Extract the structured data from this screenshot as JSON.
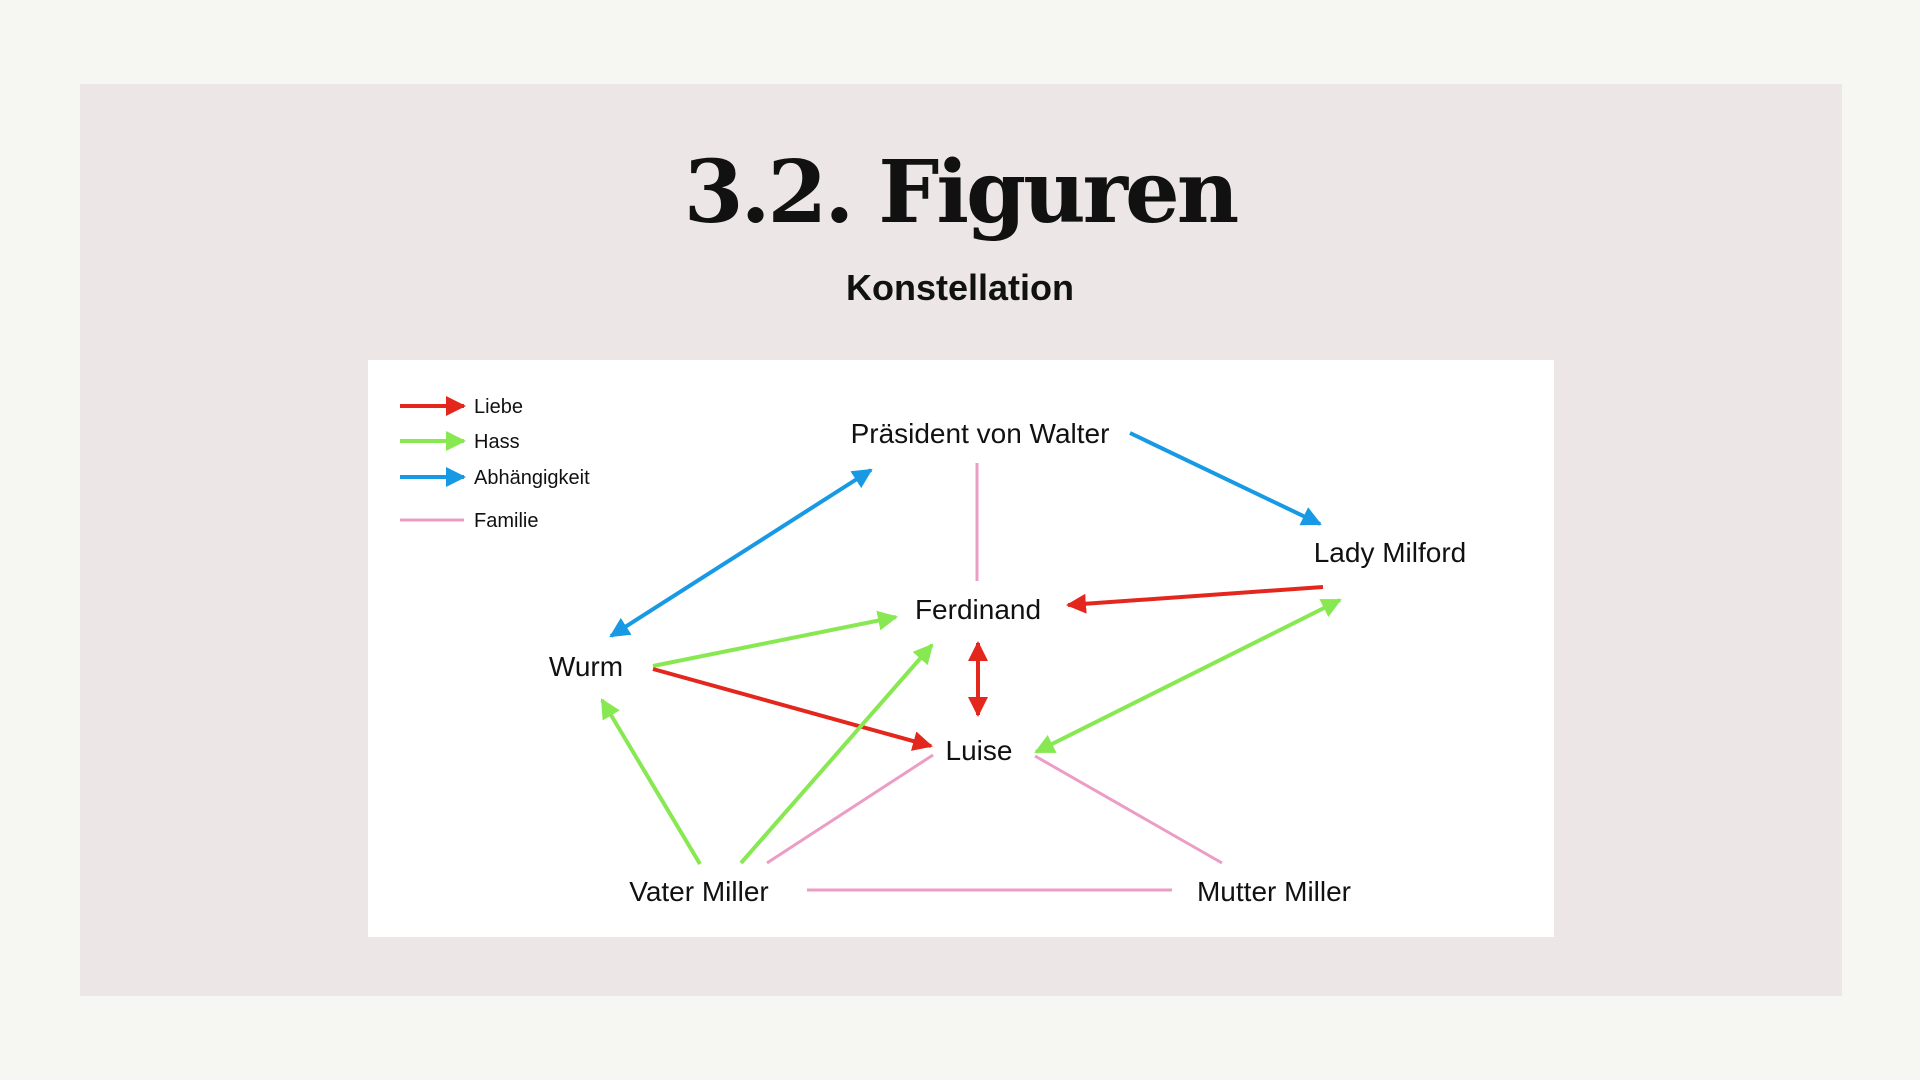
{
  "slide": {
    "title": "3.2. Figuren",
    "subtitle": "Konstellation"
  },
  "legend": [
    {
      "key": "liebe",
      "label": "Liebe",
      "color": "#e3271d",
      "arrow": true
    },
    {
      "key": "hass",
      "label": "Hass",
      "color": "#88e851",
      "arrow": true
    },
    {
      "key": "abhaengigkeit",
      "label": "Abhängigkeit",
      "color": "#1799e3",
      "arrow": true
    },
    {
      "key": "familie",
      "label": "Familie",
      "color": "#ec9dc6",
      "arrow": false
    }
  ],
  "nodes": {
    "praesident": "Präsident von Walter",
    "lady_milford": "Lady Milford",
    "ferdinand": "Ferdinand",
    "wurm": "Wurm",
    "luise": "Luise",
    "vater_miller": "Vater Miller",
    "mutter_miller": "Mutter Miller"
  },
  "relations": [
    {
      "from": "praesident",
      "to": "lady_milford",
      "type": "abhaengigkeit",
      "direction": "forward"
    },
    {
      "from": "wurm",
      "to": "praesident",
      "type": "abhaengigkeit",
      "direction": "both"
    },
    {
      "from": "praesident",
      "to": "ferdinand",
      "type": "familie",
      "direction": "none"
    },
    {
      "from": "lady_milford",
      "to": "ferdinand",
      "type": "liebe",
      "direction": "forward"
    },
    {
      "from": "lady_milford",
      "to": "luise",
      "type": "hass",
      "direction": "both"
    },
    {
      "from": "wurm",
      "to": "ferdinand",
      "type": "hass",
      "direction": "forward"
    },
    {
      "from": "wurm",
      "to": "luise",
      "type": "liebe",
      "direction": "forward"
    },
    {
      "from": "ferdinand",
      "to": "luise",
      "type": "liebe",
      "direction": "both"
    },
    {
      "from": "vater_miller",
      "to": "wurm",
      "type": "hass",
      "direction": "forward"
    },
    {
      "from": "vater_miller",
      "to": "ferdinand",
      "type": "hass",
      "direction": "forward"
    },
    {
      "from": "vater_miller",
      "to": "luise",
      "type": "familie",
      "direction": "none"
    },
    {
      "from": "luise",
      "to": "mutter_miller",
      "type": "familie",
      "direction": "none"
    },
    {
      "from": "vater_miller",
      "to": "mutter_miller",
      "type": "familie",
      "direction": "none"
    }
  ]
}
